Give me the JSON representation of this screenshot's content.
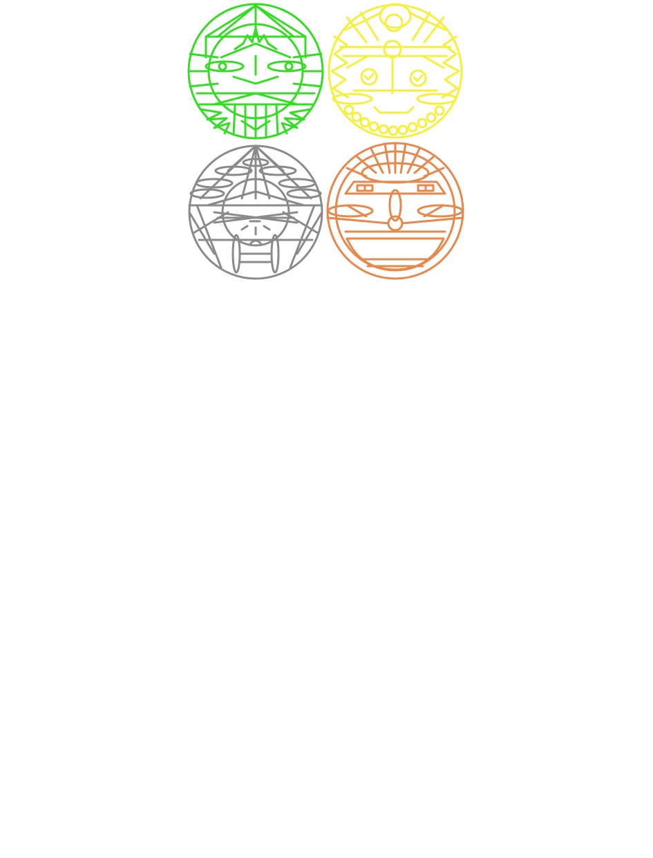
{
  "emblems": [
    {
      "id": "green",
      "name": "green-face-emblem",
      "color": "#33dd22"
    },
    {
      "id": "yellow",
      "name": "yellow-face-emblem",
      "color": "#f5f03a"
    },
    {
      "id": "gray",
      "name": "gray-face-emblem",
      "color": "#8a8a8a"
    },
    {
      "id": "orange",
      "name": "orange-face-emblem",
      "color": "#e8874a"
    }
  ]
}
